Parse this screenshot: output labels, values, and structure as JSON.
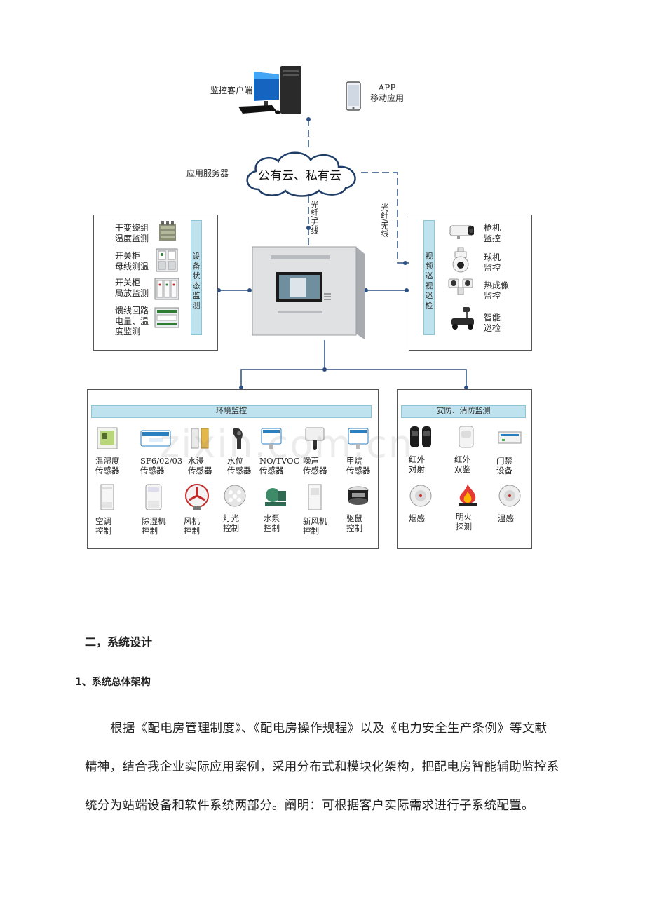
{
  "diagram": {
    "client_label": "监控客户端",
    "app_label": [
      "APP",
      "移动应用"
    ],
    "server_label": "应用服务器",
    "cloud_label": "公有云、私有云",
    "link_label_left": "光纤/无线",
    "link_label_right": "光纤/无线",
    "device_status": {
      "bar_label": [
        "设",
        "备",
        "状",
        "态",
        "监",
        "测"
      ],
      "items": [
        {
          "lines": [
            "干变绕组",
            "温度监测"
          ],
          "icon": "transformer-icon"
        },
        {
          "lines": [
            "开关柜",
            "母线测温"
          ],
          "icon": "switchgear-icon"
        },
        {
          "lines": [
            "开关柜",
            "局放监测"
          ],
          "icon": "switchgear-pd-icon"
        },
        {
          "lines": [
            "馈线回路",
            "电量、温",
            "度监测"
          ],
          "icon": "feeder-meter-icon"
        }
      ]
    },
    "video_patrol": {
      "bar_label": [
        "视",
        "频",
        "巡",
        "视",
        "巡",
        "检"
      ],
      "items": [
        {
          "lines": [
            "枪机",
            "监控"
          ],
          "icon": "bullet-camera-icon"
        },
        {
          "lines": [
            "球机",
            "监控"
          ],
          "icon": "dome-camera-icon"
        },
        {
          "lines": [
            "热成像",
            "监控"
          ],
          "icon": "thermal-camera-icon"
        },
        {
          "lines": [
            "智能",
            "巡检"
          ],
          "icon": "patrol-robot-icon"
        }
      ]
    },
    "environment": {
      "title": "环境监控",
      "row1": [
        {
          "lines": [
            "温湿度",
            "传感器"
          ],
          "icon": "temp-humidity-icon"
        },
        {
          "lines": [
            "SF6/02/03",
            "传感器"
          ],
          "icon": "gas-sensor-icon"
        },
        {
          "lines": [
            "水浸",
            "传感器"
          ],
          "icon": "water-leak-icon"
        },
        {
          "lines": [
            "水位",
            "传感器"
          ],
          "icon": "water-level-icon"
        },
        {
          "lines": [
            "NO/TVOC",
            "传感器"
          ],
          "icon": "tvoc-sensor-icon"
        },
        {
          "lines": [
            "噪声",
            "传感器"
          ],
          "icon": "noise-sensor-icon"
        },
        {
          "lines": [
            "甲烷",
            "传感器"
          ],
          "icon": "methane-sensor-icon"
        }
      ],
      "row2": [
        {
          "lines": [
            "空调",
            "控制"
          ],
          "icon": "air-conditioner-icon"
        },
        {
          "lines": [
            "除湿机",
            "控制"
          ],
          "icon": "dehumidifier-icon"
        },
        {
          "lines": [
            "风机",
            "控制"
          ],
          "icon": "fan-icon"
        },
        {
          "lines": [
            "灯光",
            "控制"
          ],
          "icon": "light-icon"
        },
        {
          "lines": [
            "水泵",
            "控制"
          ],
          "icon": "pump-icon"
        },
        {
          "lines": [
            "新风机",
            "控制"
          ],
          "icon": "fresh-air-icon"
        },
        {
          "lines": [
            "驱鼠",
            "控制"
          ],
          "icon": "rodent-repeller-icon"
        }
      ]
    },
    "security": {
      "title": "安防、消防监测",
      "row1": [
        {
          "lines": [
            "红外",
            "对射"
          ],
          "icon": "infrared-beam-icon"
        },
        {
          "lines": [
            "红外",
            "双鉴"
          ],
          "icon": "dual-tech-detector-icon"
        },
        {
          "lines": [
            "门禁",
            "设备"
          ],
          "icon": "access-control-icon"
        }
      ],
      "row2": [
        {
          "lines": [
            "烟感"
          ],
          "icon": "smoke-detector-icon"
        },
        {
          "lines": [
            "明火",
            "探测"
          ],
          "icon": "flame-icon"
        },
        {
          "lines": [
            "温感"
          ],
          "icon": "heat-detector-icon"
        }
      ]
    },
    "watermark": "zixin.com.cn"
  },
  "document": {
    "section_heading": "二，系统设计",
    "subsection_heading": "1、系统总体架构",
    "paragraph_lines": [
      "根据《配电房管理制度》、《配电房操作规程》以及《电力安全生产条例》等文献",
      "精神，结合我企业实际应用案例，采用分布式和模块化架构，把配电房智能辅助监控系",
      "统分为站端设备和软件系统两部分。阐明：可根据客户实际需求进行子系统配置。"
    ]
  }
}
